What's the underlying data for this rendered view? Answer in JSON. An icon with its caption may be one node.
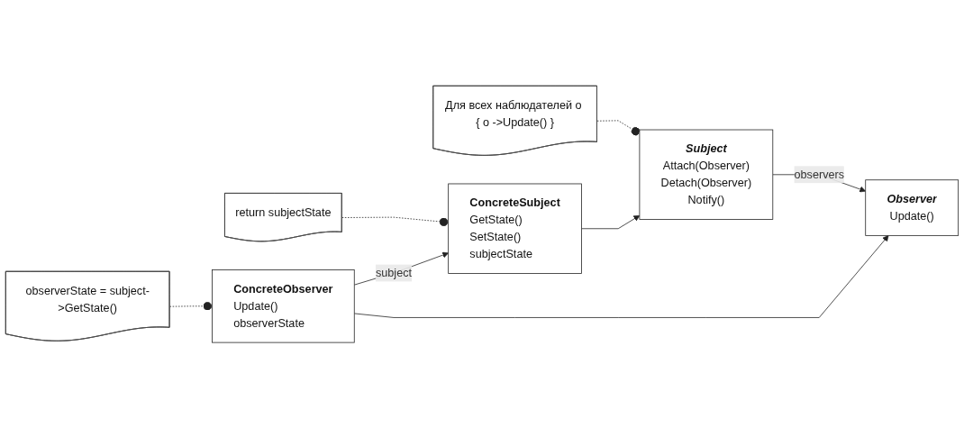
{
  "diagram": {
    "nodes": [
      {
        "text": [
          "Subject",
          "Attach(Observer)",
          "Detach(Observer)",
          "Notify()"
        ]
      },
      {
        "text": [
          "Observer",
          "Update()"
        ]
      },
      {
        "text": [
          "Для всех наблюдателей o { o ->Update() }"
        ]
      },
      {
        "text": [
          "ConcreteSubject",
          "GetState()",
          "SetState()",
          "subjectState"
        ]
      },
      {
        "text": [
          "return subjectState"
        ]
      },
      {
        "text": [
          "ConcreteObserver",
          "Update()",
          "observerState"
        ]
      },
      {
        "text": [
          "observerState = subject->GetState()"
        ]
      }
    ],
    "edges": [
      {
        "from": 0,
        "to": 1,
        "arrow": "to",
        "label": "observers"
      },
      {
        "from": 2,
        "to": 0,
        "arrow": "other",
        "style": "dashed"
      },
      {
        "from": 3,
        "to": 0,
        "arrow": "to"
      },
      {
        "from": 4,
        "to": 3,
        "arrow": "other",
        "style": "dashed"
      },
      {
        "from": 5,
        "to": 1,
        "arrow": "to"
      },
      {
        "from": 5,
        "to": 3,
        "arrow": "to",
        "label": "subject"
      },
      {
        "from": 6,
        "to": 5,
        "arrow": "other",
        "style": "dashed"
      }
    ]
  }
}
